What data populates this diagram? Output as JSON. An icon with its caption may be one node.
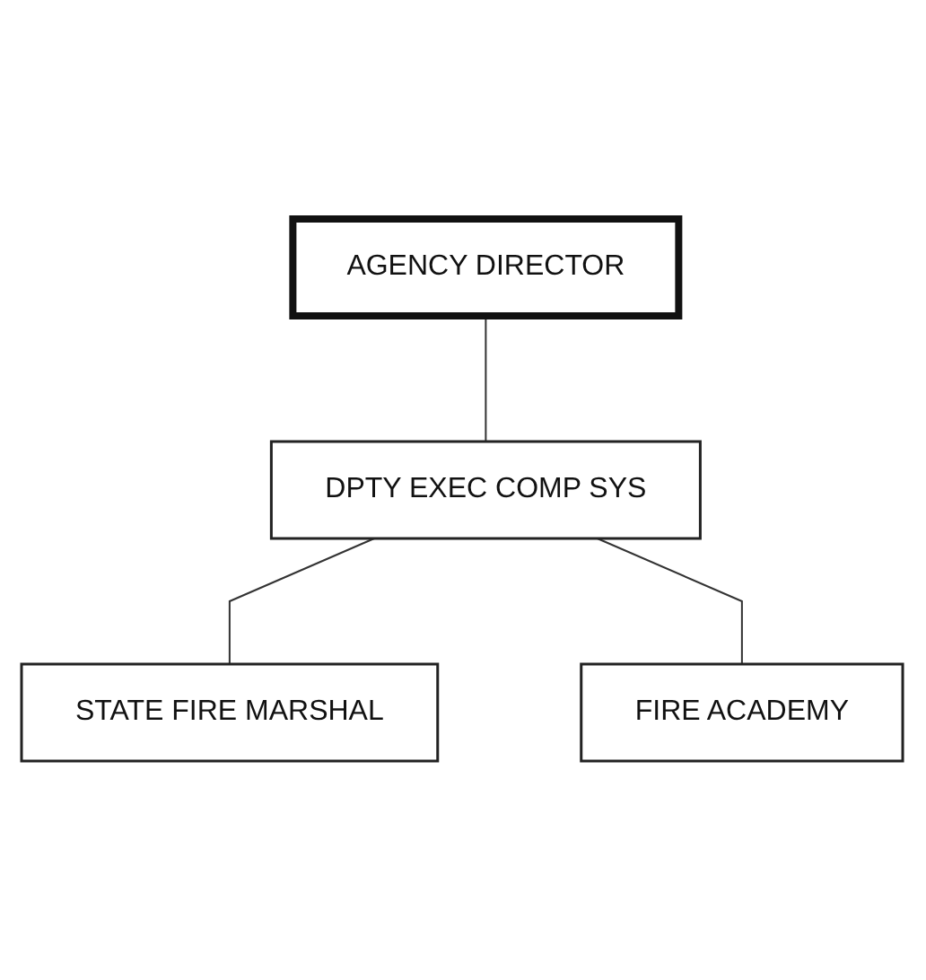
{
  "diagram": {
    "nodes": [
      {
        "text": [
          "AGENCY DIRECTOR"
        ]
      },
      {
        "text": [
          "DPTY EXEC COMP SYS"
        ]
      },
      {
        "text": [
          "STATE FIRE MARSHAL"
        ]
      },
      {
        "text": [
          "FIRE ACADEMY"
        ]
      }
    ],
    "edges": [
      {
        "from": 0,
        "to": 1,
        "arrow": "none"
      },
      {
        "from": 1,
        "to": 2,
        "arrow": "none"
      },
      {
        "from": 1,
        "to": 3,
        "arrow": "none"
      }
    ]
  }
}
